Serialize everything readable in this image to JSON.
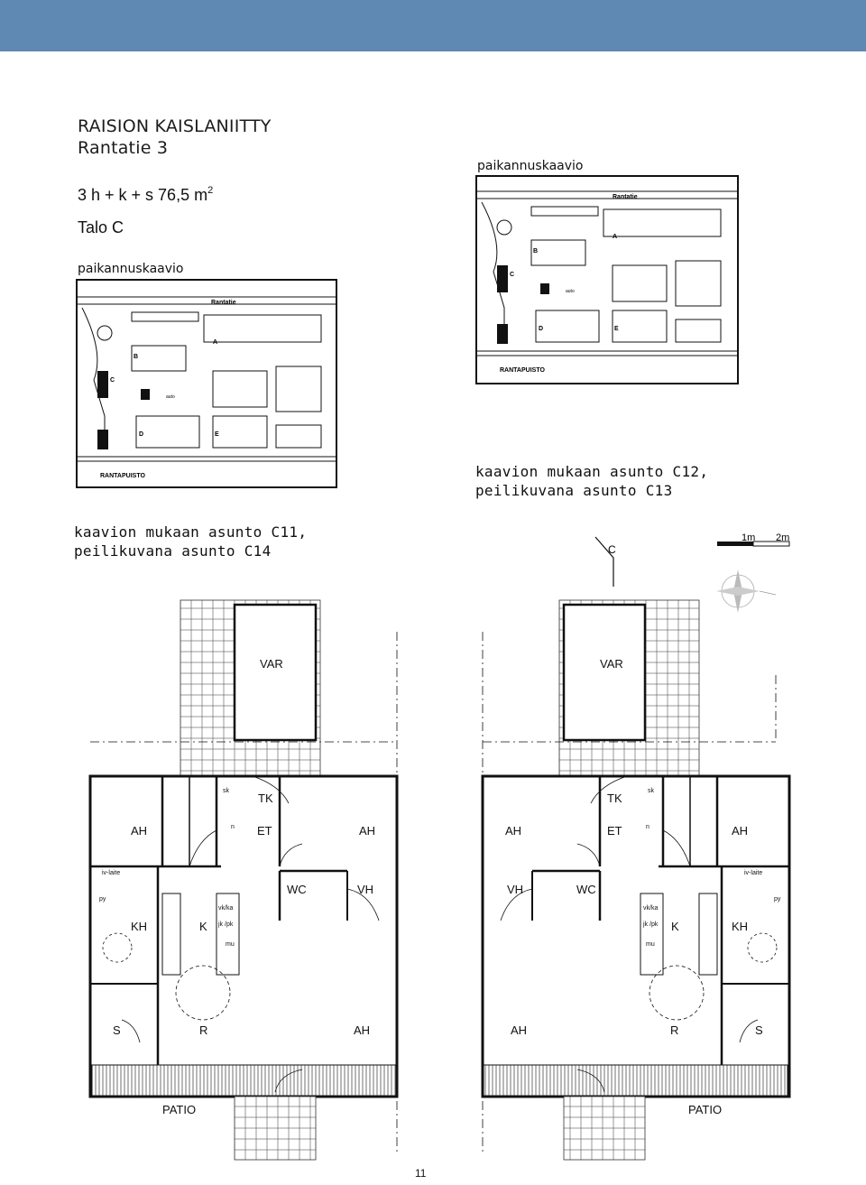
{
  "header": {
    "bar_color": "#5f88b3"
  },
  "title": {
    "line1": "RAISION KAISLANIITTY",
    "line2": "Rantatie 3"
  },
  "apartment": {
    "spec": "3 h + k + s  76,5 m",
    "area_sup": "2",
    "house": "Talo C"
  },
  "site_maps": {
    "label": "paikannuskaavio",
    "street": "Rantatie",
    "park": "RANTAPUISTO",
    "buildings": [
      "A",
      "B",
      "C",
      "D",
      "E"
    ],
    "parking": "auto"
  },
  "captions": {
    "right_line1": "kaavion mukaan asunto C12,",
    "right_line2": "peilikuvana asunto C13",
    "left_line1": "kaavion mukaan asunto C11,",
    "left_line2": "peilikuvana asunto C14"
  },
  "plan": {
    "house_marker": "C",
    "scale_1": "1m",
    "scale_2": "2m",
    "rooms": {
      "var": "VAR",
      "tk": "TK",
      "ah": "AH",
      "et": "ET",
      "wc": "WC",
      "vh": "VH",
      "kh": "KH",
      "k": "K",
      "s": "S",
      "r": "R",
      "patio": "PATIO"
    },
    "fixtures": {
      "sk": "sk",
      "iv": "iv-laite",
      "py": "py",
      "n": "n",
      "vk": "vk/ka",
      "jk": "jk /pk",
      "mu": "mu"
    }
  },
  "page": {
    "number": "11"
  }
}
